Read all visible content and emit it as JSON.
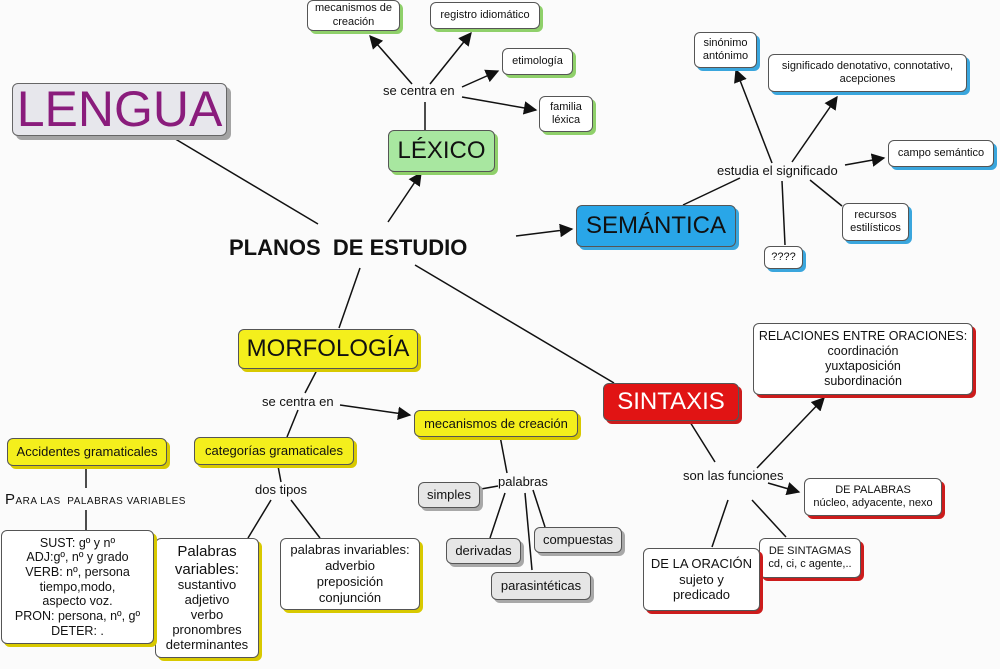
{
  "title": "LENGUA",
  "center": "PLANOS  DE ESTUDIO",
  "lexico": {
    "label": "LÉXICO",
    "link": "se centra en",
    "items": {
      "mecanismos": [
        "mecanismos de",
        "creación"
      ],
      "registro": "registro idiomático",
      "etimologia": "etimología",
      "familia": [
        "familia",
        "léxica"
      ]
    }
  },
  "semantica": {
    "label": "SEMÁNTICA",
    "link": "estudia el significado",
    "items": {
      "sinonimo": [
        "sinónimo",
        "antónimo"
      ],
      "significado": [
        "significado denotativo, connotativo,",
        "acepciones"
      ],
      "campo": "campo semántico",
      "recursos": [
        "recursos",
        "estilísticos"
      ],
      "unknown": "????"
    }
  },
  "morfologia": {
    "label": "MORFOLOGÍA",
    "link": "se centra en",
    "categorias": "categorías gramaticales",
    "dos_tipos": "dos tipos",
    "variables": {
      "heading": [
        "Palabras",
        "variables:"
      ],
      "items": [
        "sustantivo",
        "adjetivo",
        "verbo",
        "pronombres",
        "determinantes"
      ]
    },
    "invariables": {
      "heading": "palabras invariables:",
      "items": [
        "adverbio",
        "preposición",
        "conjunción"
      ]
    },
    "mecanismos": "mecanismos de creación",
    "palabras": "palabras",
    "tipos": {
      "simples": "simples",
      "derivadas": "derivadas",
      "compuestas": "compuestas",
      "parasinteticas": "parasintéticas"
    },
    "accidentes": "Accidentes gramaticales",
    "para_variables": {
      "cap": "P",
      "rest": "ARA LAS  PALABRAS VARIABLES"
    },
    "accidentes_box": [
      "SUST: gº y nº",
      "ADJ:gº, nº y grado",
      "VERB: nº, persona",
      "tiempo,modo,",
      "aspecto voz.",
      "PRON: persona, nº, gº",
      "DETER: ."
    ]
  },
  "sintaxis": {
    "label": "SINTAXIS",
    "link": "son las funciones",
    "relaciones": [
      "RELACIONES ENTRE ORACIONES:",
      "coordinación",
      "yuxtaposición",
      "subordinación"
    ],
    "palabras": [
      "DE PALABRAS",
      "núcleo, adyacente, nexo"
    ],
    "sintagmas": [
      "DE SINTAGMAS",
      "cd, ci, c agente,.."
    ],
    "oracion": [
      "DE LA ORACIÓN",
      "sujeto y",
      "predicado"
    ]
  }
}
